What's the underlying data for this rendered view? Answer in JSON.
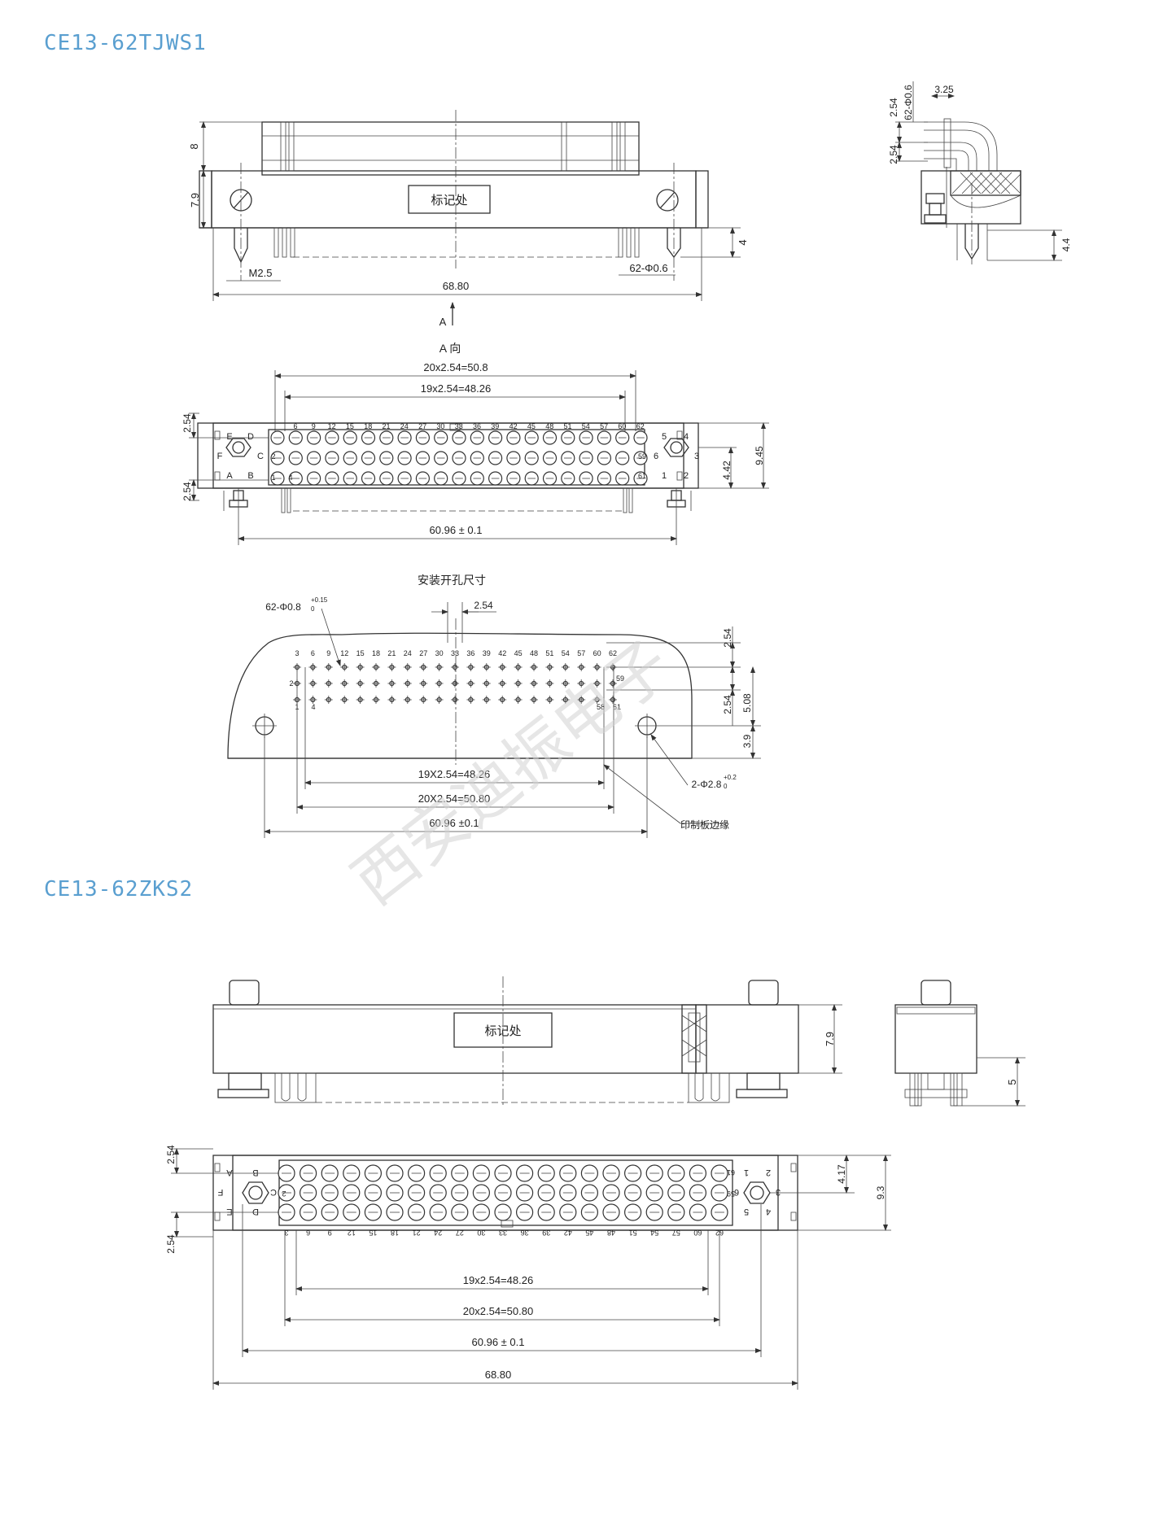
{
  "sections": [
    {
      "title": "CE13-62TJWS1"
    },
    {
      "title": "CE13-62ZKS2"
    }
  ],
  "labels": {
    "marking": "标记处",
    "view_a_label": "A",
    "view_a": "A 向",
    "mounting": "安装开孔尺寸",
    "pcb_edge": "印制板边缘",
    "watermark": "西安迪振电子"
  },
  "dims_top": {
    "d8": "8",
    "d79": "7.9",
    "m25": "M2.5",
    "d4": "4",
    "pins": "62-Φ0.6",
    "width": "68.80",
    "side_254a": "2.54",
    "side_254b": "2.54",
    "side_pins": "62-Φ0.6",
    "side_325": "3.25",
    "side_44": "4.4"
  },
  "dims_front": {
    "span20": "20x2.54=50.8",
    "span19": "19x2.54=48.26",
    "pitch_a": "2.54",
    "pitch_b": "2.54",
    "h442": "4.42",
    "h945": "9.45",
    "mount": "60.96 ± 0.1",
    "row_top": [
      "6",
      "9",
      "12",
      "15",
      "18",
      "21",
      "24",
      "27",
      "30",
      "33",
      "36",
      "39",
      "42",
      "45",
      "48",
      "51",
      "54",
      "57",
      "60",
      "62"
    ],
    "letters_left": [
      "E",
      "D",
      "F",
      "C",
      "A",
      "B"
    ],
    "nums_right": [
      "5",
      "4",
      "6",
      "3",
      "1",
      "2"
    ],
    "pin_edge": [
      "2",
      "59",
      "61",
      "1",
      "4"
    ]
  },
  "dims_hole": {
    "holes": "62-Φ0.8",
    "tol_up": "+0.15",
    "tol_dn": "0",
    "pitch": "2.54",
    "row_top": [
      "3",
      "6",
      "9",
      "12",
      "15",
      "18",
      "21",
      "24",
      "27",
      "30",
      "33",
      "36",
      "39",
      "42",
      "45",
      "48",
      "51",
      "54",
      "57",
      "60",
      "62"
    ],
    "pin_edge": [
      "2",
      "59",
      "1",
      "4",
      "58",
      "61"
    ],
    "v254a": "2.54",
    "v254b": "2.54",
    "v508": "5.08",
    "v39": "3.9",
    "span19": "19X2.54=48.26",
    "span20": "20X2.54=50.80",
    "mount": "60.96 ±0.1",
    "mhole": "2-Φ2.8",
    "mtol_up": "+0.2",
    "mtol_dn": "0"
  },
  "dims_bottom": {
    "d79": "7.9",
    "d5": "5",
    "p254a": "2.54",
    "p254b": "2.54",
    "h417": "4.17",
    "h93": "9.3",
    "span19": "19x2.54=48.26",
    "span20": "20x2.54=50.80",
    "mount": "60.96 ± 0.1",
    "width": "68.80",
    "row_bottom": [
      "3",
      "6",
      "9",
      "12",
      "15",
      "18",
      "21",
      "24",
      "27",
      "30",
      "33",
      "36",
      "39",
      "42",
      "45",
      "48",
      "51",
      "54",
      "57",
      "60",
      "62"
    ],
    "letters_left": [
      "A",
      "B",
      "F",
      "C",
      "E",
      "D"
    ],
    "nums_right": [
      "1",
      "2",
      "6",
      "3",
      "5",
      "4"
    ],
    "pin_edge": [
      "61",
      "2",
      "59"
    ]
  }
}
